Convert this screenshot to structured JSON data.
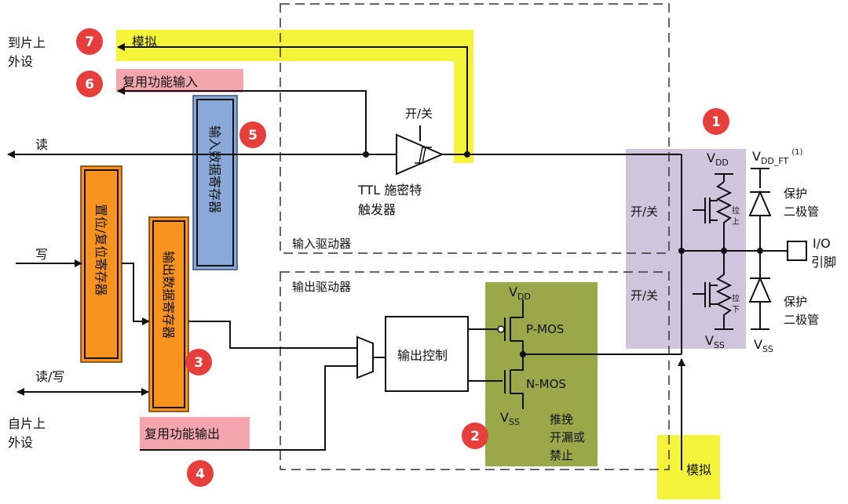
{
  "labels": {
    "to_onchip_peripheral": "到片上\n外设",
    "analog_top": "模拟",
    "alt_function_input": "复用功能输入",
    "read": "读",
    "write": "写",
    "read_write": "读/写",
    "from_onchip_peripheral": "自片上\n外设",
    "alt_function_output": "复用功能输出",
    "bit_set_reset_reg": "置位/复位寄存器",
    "output_data_reg": "输出数据寄存器",
    "input_data_reg": "输入数据寄存器",
    "on_off_schmitt": "开/关",
    "ttl_schmitt": "TTL 施密特\n触发器",
    "input_driver": "输入驱动器",
    "output_driver": "输出驱动器",
    "output_control": "输出控制",
    "vdd": "V",
    "vdd_sub": "DD",
    "vss": "V",
    "vss_sub": "SS",
    "p_mos": "P-MOS",
    "n_mos": "N-MOS",
    "push_pull": "推挽\n开漏或\n禁止",
    "on_off_pull_up": "开/关",
    "on_off_pull_down": "开/关",
    "pull_up": "拉\n上",
    "pull_down": "拉\n下",
    "vdd_ft": "V",
    "vdd_ft_sub": "DD_FT",
    "vdd_ft_note": "(1)",
    "protect_diode_top": "保护\n二极管",
    "protect_diode_bottom": "保护\n二极管",
    "io_pin": "I/O\n引脚",
    "analog_bottom": "模拟"
  },
  "markers": [
    "1",
    "2",
    "3",
    "4",
    "5",
    "6",
    "7"
  ],
  "colors": {
    "yellow": "#f4f43a",
    "orange": "#f7931e",
    "blue": "#8aa8d8",
    "pink": "#f4a6ae",
    "purple": "#cfc5dd",
    "green": "#9aa84a",
    "red_marker": "#e63e3a"
  }
}
